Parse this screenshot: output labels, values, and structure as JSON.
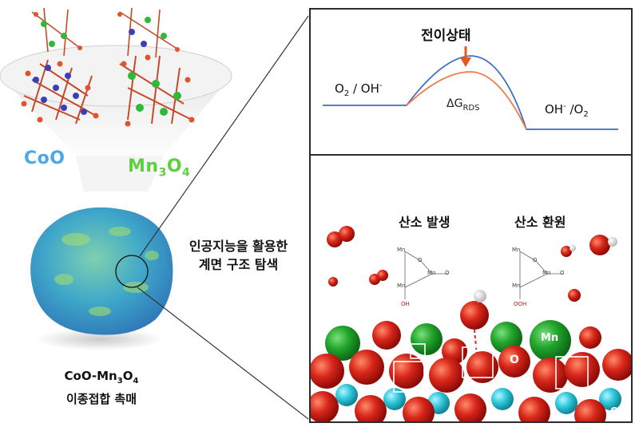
{
  "left": {
    "crystals": [
      {
        "name": "CoO",
        "color": "#4aa8e8"
      },
      {
        "name_main": "Mn",
        "sub1": "3",
        "mid": "O",
        "sub2": "4",
        "color": "#5fcf3f"
      }
    ],
    "catalyst_caption": {
      "line1_main": "CoO-Mn",
      "line1_sub1": "3",
      "line1_mid": "O",
      "line1_sub2": "4",
      "line2": "이종접합 촉매"
    }
  },
  "middle": {
    "ai_caption_line1": "인공지능을 활용한",
    "ai_caption_line2": "계면 구조 탐색"
  },
  "energy_panel": {
    "transition_state": "전이상태",
    "left_state": {
      "main": "O",
      "sub": "2",
      "rest": " / OH",
      "sup": "-"
    },
    "right_state": {
      "main": "OH",
      "sup": "-",
      "rest": " /O",
      "sub": "2"
    },
    "delta": {
      "symbol": "ΔG",
      "sub": "RDS"
    },
    "colors": {
      "upper_curve": "#3f6fbf",
      "lower_curve": "#f07a45",
      "arrow": "#e8571e"
    }
  },
  "surface_panel": {
    "left_reaction": "산소 발생",
    "right_reaction": "산소 환원",
    "atom_labels": {
      "mn": "Mn",
      "o": "O",
      "co": "Co"
    },
    "mol_left": {
      "mn1": "Mn",
      "o1": "O",
      "mn2": "Mn",
      "o2": "O",
      "mn3": "Mn",
      "oh": "OH"
    },
    "mol_right": {
      "mn1": "Mn",
      "o1": "O",
      "mn2": "Mn",
      "o2": "O",
      "mn3": "Mn",
      "ooh": "OOH"
    },
    "colors": {
      "oxygen": "#c8140f",
      "manganese": "#1fa52a",
      "cobalt": "#2fc9dc"
    }
  }
}
